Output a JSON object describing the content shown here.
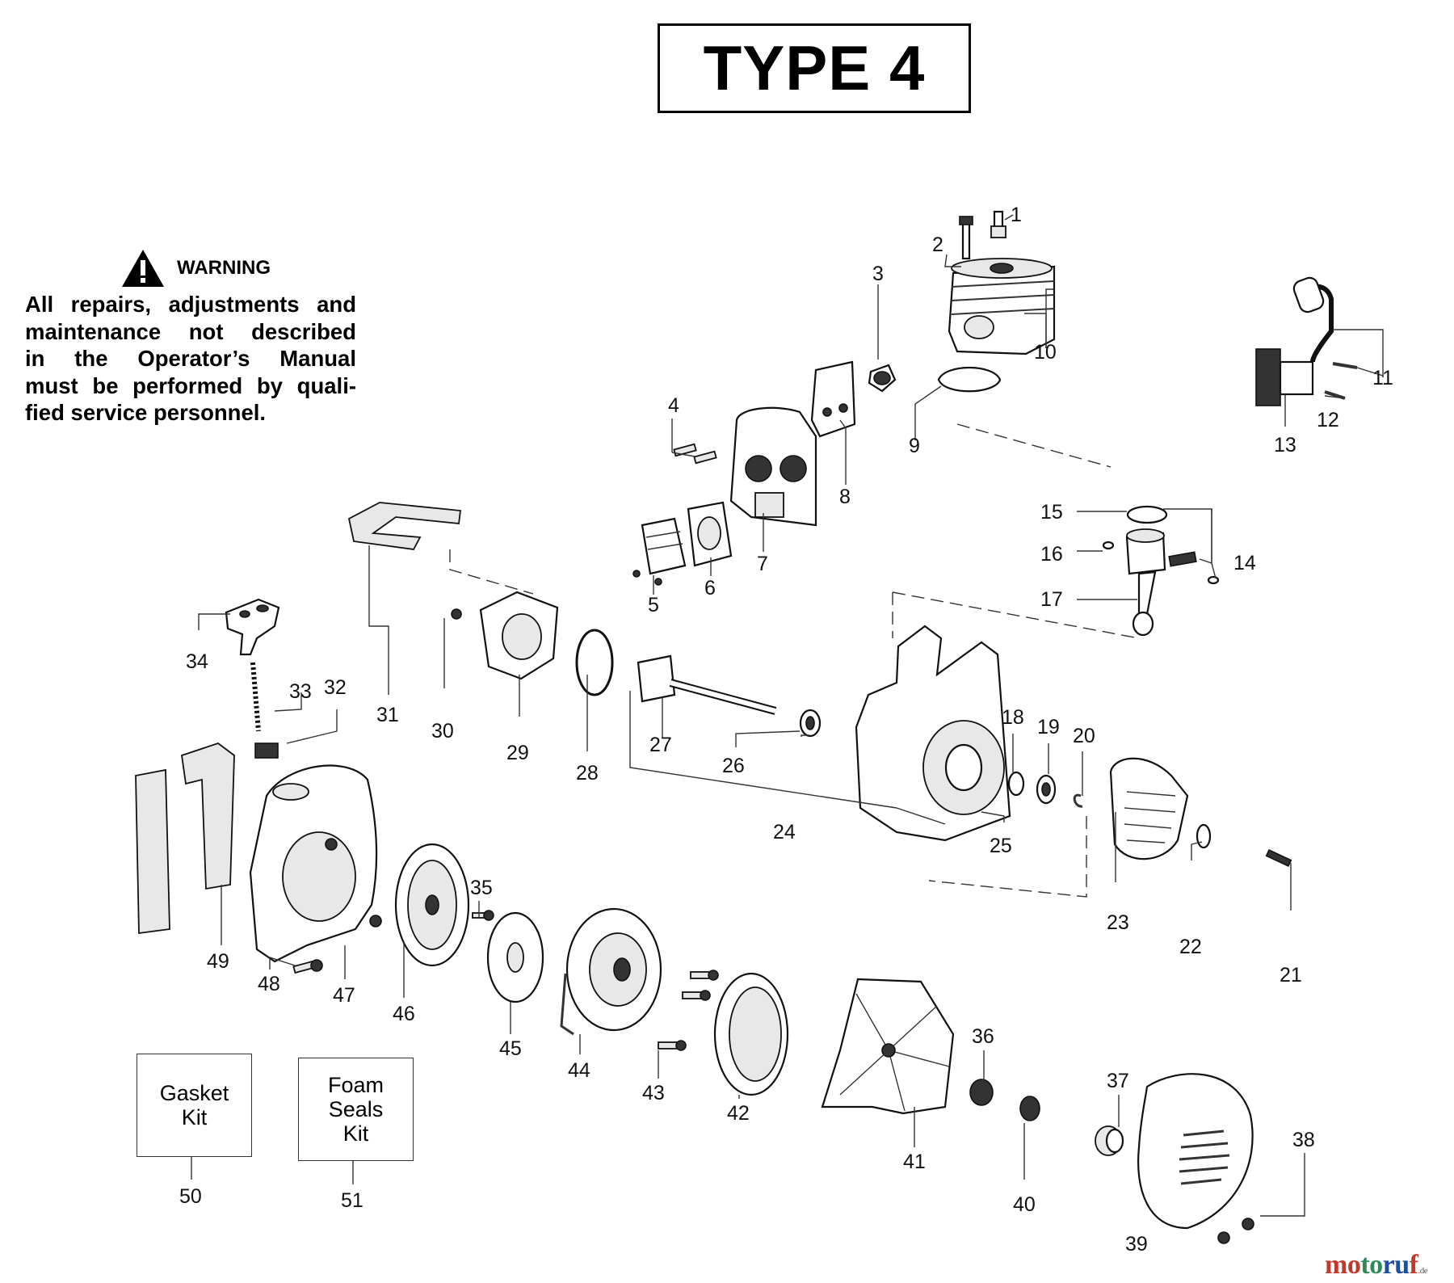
{
  "title": "TYPE 4",
  "warning": {
    "heading": "WARNING",
    "lines": [
      "All repairs, adjustments and",
      "maintenance not described",
      "in the Operator’s Manual",
      "must be performed by quali-",
      "fied  service personnel."
    ]
  },
  "kits": [
    {
      "lines": [
        "Gasket",
        "Kit"
      ]
    },
    {
      "lines": [
        "Foam",
        "Seals",
        "Kit"
      ]
    }
  ],
  "part_numbers": [
    "1",
    "2",
    "3",
    "4",
    "5",
    "6",
    "7",
    "8",
    "9",
    "10",
    "11",
    "12",
    "13",
    "14",
    "15",
    "16",
    "17",
    "18",
    "19",
    "20",
    "21",
    "22",
    "23",
    "24",
    "25",
    "26",
    "27",
    "28",
    "29",
    "30",
    "31",
    "32",
    "33",
    "34",
    "35",
    "36",
    "37",
    "38",
    "39",
    "40",
    "41",
    "42",
    "43",
    "44",
    "45",
    "46",
    "47",
    "48",
    "49",
    "50",
    "51"
  ],
  "watermark": {
    "text": "motoruf",
    "suffix": ".de"
  },
  "colors": {
    "background": "#ffffff",
    "ink": "#000000",
    "watermark_red": "#c0392b",
    "watermark_green": "#2e8b57",
    "watermark_blue": "#1f4e9e"
  }
}
